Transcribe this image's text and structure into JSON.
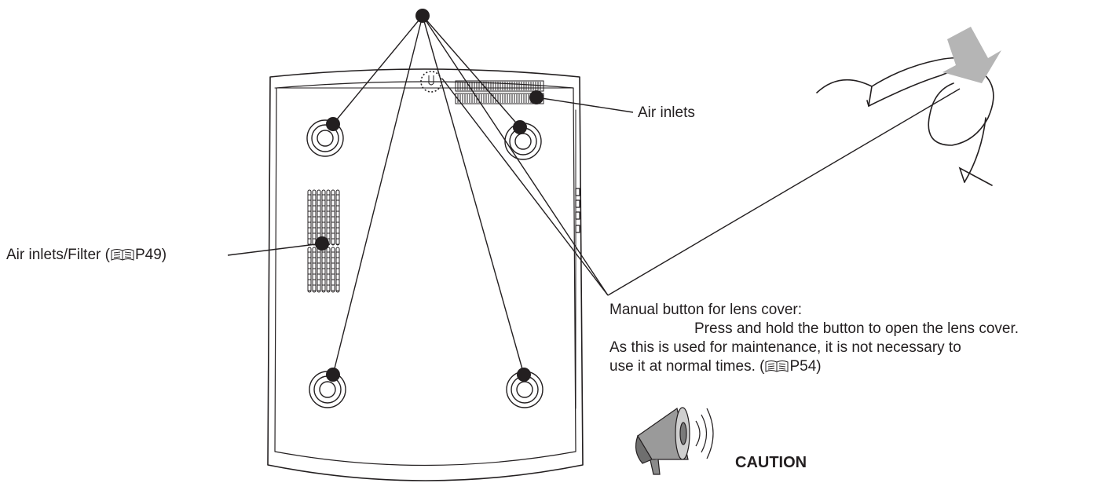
{
  "labels": {
    "air_inlets": "Air inlets",
    "air_inlets_filter_prefix": "Air inlets/Filter (",
    "air_inlets_filter_ref": "P49)",
    "manual_button_title": "Manual button for lens cover:",
    "manual_button_line1": "Press and hold the button to open the lens cover.",
    "manual_button_line2": "As this is used for maintenance, it is not necessary to",
    "manual_button_line3_prefix": "use it at normal times. (",
    "manual_button_line3_ref": "P54)",
    "caution": "CAUTION"
  },
  "icons": {
    "reference": "book-icon",
    "caution": "megaphone-icon",
    "press": "arrow-down-icon"
  },
  "colors": {
    "line": "#231f20",
    "arrow": "#b5b5b5"
  }
}
